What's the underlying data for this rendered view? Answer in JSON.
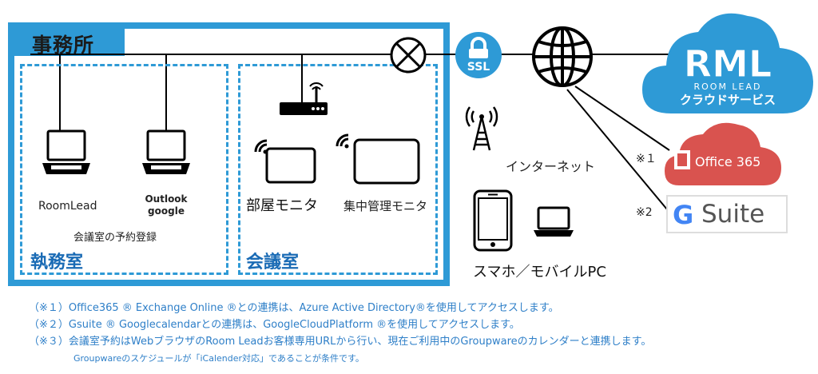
{
  "office": {
    "title": "事務所"
  },
  "work_room": {
    "label": "執務室",
    "laptop1_label": "RoomLead",
    "laptop2_label_line1": "Outlook",
    "laptop2_label_line2": "google",
    "caption": "会議室の予約登録"
  },
  "meeting_room": {
    "label": "会議室",
    "tablet1_label": "部屋モニタ",
    "tablet2_label": "集中管理モニタ"
  },
  "network": {
    "ssl_label": "SSL",
    "internet_label": "インターネット",
    "mobile_label": "スマホ／モバイルPC"
  },
  "cloud": {
    "logo_text": "RML",
    "brand_line": "ROOM LEAD",
    "service_label": "クラウドサービス"
  },
  "services": [
    {
      "marker": "※１",
      "name": "Office 365"
    },
    {
      "marker": "※2",
      "name_g": "G",
      "name_rest": "Suite"
    }
  ],
  "notes": [
    "（※１）Office365 ® Exchange Online ®との連携は、Azure Active Directory®を使用してアクセスします。",
    "（※２）Gsuite ® Googlecalendarとの連携は、GoogleCloudPlatform ®を使用してアクセスします。",
    "（※３）会議室予約はWebブラウザのRoom Leadお客様専用URLから行い、現在ご利用中のGroupwareのカレンダーと連携します。"
  ],
  "note_sub": "Groupwareのスケジュールが「iCalender対応」であることが条件です。",
  "colors": {
    "accent": "#2e9ad6",
    "label_blue": "#1a6bb5",
    "note_blue": "#2e7fc8",
    "office365": "#d9534f"
  }
}
